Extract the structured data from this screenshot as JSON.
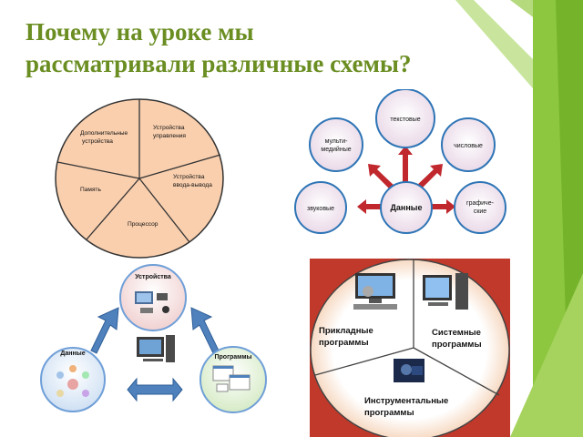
{
  "slide": {
    "title_line1": "Почему на уроке мы",
    "title_line2": "рассматривали различные схемы?"
  },
  "colors": {
    "title": "#6b8e23",
    "accent_green": "#8dc63f",
    "pie_fill": "#f9cfae",
    "data_circle_fill": "#f2e4ef",
    "arrow_red": "#c0282d",
    "arrow_blue": "#4f81bd",
    "software_gradient_outer": "#c0392b"
  },
  "pie_diagram": {
    "segments": [
      {
        "line1": "Дополнительные",
        "line2": "устройства"
      },
      {
        "line1": "Устройства",
        "line2": "управления"
      },
      {
        "line1": "Устройства",
        "line2": "ввода-вывода"
      },
      {
        "line1": "Процессор",
        "line2": ""
      },
      {
        "line1": "Память",
        "line2": ""
      }
    ]
  },
  "data_types": {
    "center": "Данные",
    "items": [
      {
        "line1": "текстовые",
        "line2": ""
      },
      {
        "line1": "мульти-",
        "line2": "медийные"
      },
      {
        "line1": "числовые",
        "line2": ""
      },
      {
        "line1": "звуковые",
        "line2": ""
      },
      {
        "line1": "графиче-",
        "line2": "ские"
      }
    ]
  },
  "cycle_diagram": {
    "devices": "Устройства",
    "data": "Данные",
    "programs": "Программы"
  },
  "software_pie": {
    "applied_line1": "Прикладные",
    "applied_line2": "программы",
    "system_line1": "Системные",
    "system_line2": "программы",
    "tools_line1": "Инструментальные",
    "tools_line2": "программы"
  }
}
